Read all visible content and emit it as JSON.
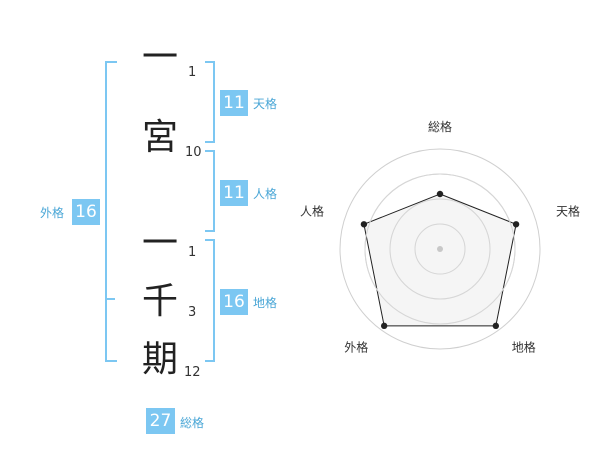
{
  "name_chars": [
    {
      "char": "一",
      "strokes": "1"
    },
    {
      "char": "宮",
      "strokes": "10"
    },
    {
      "char": "一",
      "strokes": "1"
    },
    {
      "char": "千",
      "strokes": "3"
    },
    {
      "char": "期",
      "strokes": "12"
    }
  ],
  "fortune": {
    "tenkaku": {
      "value": "11",
      "label": "天格"
    },
    "jinkaku": {
      "value": "11",
      "label": "人格"
    },
    "chikaku": {
      "value": "16",
      "label": "地格"
    },
    "gaikaku": {
      "value": "16",
      "label": "外格"
    },
    "soukaku": {
      "value": "27",
      "label": "総格"
    }
  },
  "colors": {
    "accent": "#7cc7f2",
    "accent_text": "#49a6d6",
    "radar_fill": "#f2f2f2",
    "radar_line": "#222222"
  },
  "chart_data": {
    "type": "radar",
    "axes": [
      "総格",
      "天格",
      "地格",
      "外格",
      "人格"
    ],
    "values": [
      0.55,
      0.8,
      0.95,
      0.95,
      0.8
    ],
    "value_range": [
      0,
      1
    ],
    "rings": 4
  }
}
